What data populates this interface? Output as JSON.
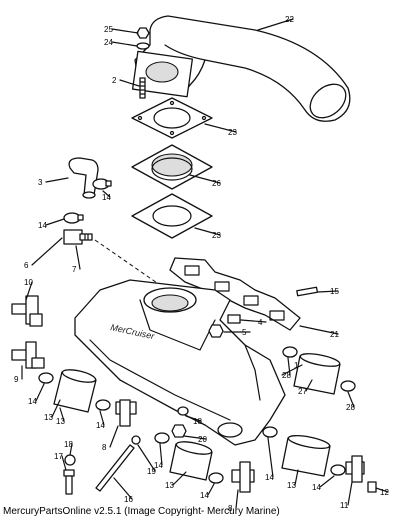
{
  "callouts": [
    "22",
    "25",
    "24",
    "2",
    "23",
    "26",
    "23",
    "3",
    "14",
    "14",
    "6",
    "7",
    "15",
    "10",
    "4",
    "5",
    "21",
    "1",
    "9",
    "14",
    "13",
    "28",
    "27",
    "28",
    "14",
    "13",
    "8",
    "18",
    "20",
    "18",
    "17",
    "19",
    "16",
    "14",
    "13",
    "14",
    "8",
    "14",
    "13",
    "14",
    "11",
    "12"
  ],
  "footer": "MercuryPartsOnline v2.5.1 (Image Copyright- Mercury Marine)",
  "logo_text": "MerCruiser"
}
